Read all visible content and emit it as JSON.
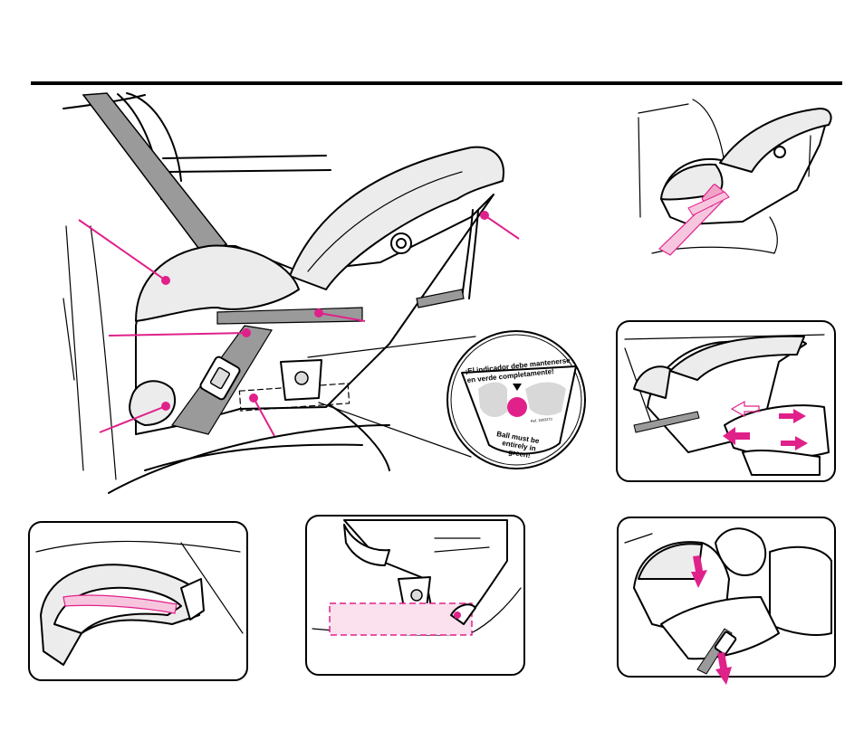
{
  "colors": {
    "accent": "#e0218a",
    "ink": "#000000",
    "shade": "#ececec",
    "background": "#ffffff"
  },
  "magnifier": {
    "line1": "¡El indicador debe mantenerse",
    "line2": "en verde completamente!",
    "ref": "Ref. 1803273",
    "en1": "Ball must be",
    "en2": "entirely in",
    "en3": "green!"
  },
  "icons": [
    "callout-dot",
    "arrow-icon",
    "indicator-ball"
  ]
}
